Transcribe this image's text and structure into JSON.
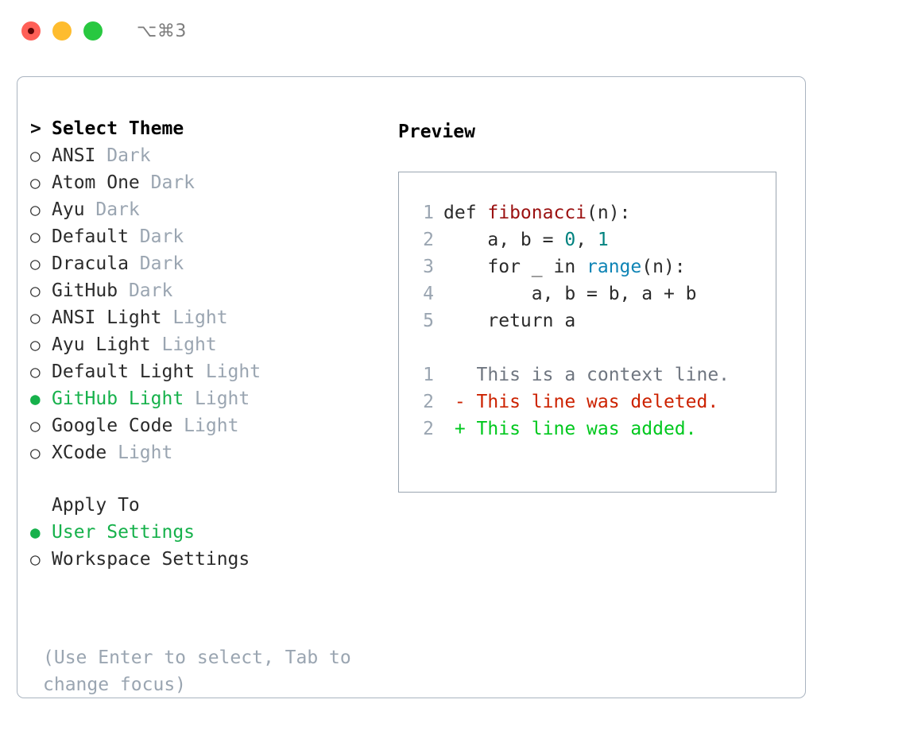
{
  "titlebar": {
    "lights": [
      {
        "name": "close-button",
        "color": "#ff5f57"
      },
      {
        "name": "minimize-button",
        "color": "#febc2e"
      },
      {
        "name": "maximize-button",
        "color": "#28c840"
      }
    ],
    "shortcut": "⌥⌘3"
  },
  "theme_picker": {
    "header": {
      "prompt": ">",
      "title": "Select Theme"
    },
    "items": [
      {
        "marker": "○",
        "name": "ANSI",
        "suffix": "Dark",
        "selected": false
      },
      {
        "marker": "○",
        "name": "Atom One",
        "suffix": "Dark",
        "selected": false
      },
      {
        "marker": "○",
        "name": "Ayu",
        "suffix": "Dark",
        "selected": false
      },
      {
        "marker": "○",
        "name": "Default",
        "suffix": "Dark",
        "selected": false
      },
      {
        "marker": "○",
        "name": "Dracula",
        "suffix": "Dark",
        "selected": false
      },
      {
        "marker": "○",
        "name": "GitHub",
        "suffix": "Dark",
        "selected": false
      },
      {
        "marker": "○",
        "name": "ANSI Light",
        "suffix": "Light",
        "selected": false
      },
      {
        "marker": "○",
        "name": "Ayu Light",
        "suffix": "Light",
        "selected": false
      },
      {
        "marker": "○",
        "name": "Default Light",
        "suffix": "Light",
        "selected": false
      },
      {
        "marker": "●",
        "name": "GitHub Light",
        "suffix": "Light",
        "selected": true
      },
      {
        "marker": "○",
        "name": "Google Code",
        "suffix": "Light",
        "selected": false
      },
      {
        "marker": "○",
        "name": "XCode",
        "suffix": "Light",
        "selected": false
      }
    ]
  },
  "apply_to": {
    "header": "Apply To",
    "options": [
      {
        "marker": "●",
        "label": "User Settings",
        "selected": true
      },
      {
        "marker": "○",
        "label": "Workspace Settings",
        "selected": false
      }
    ]
  },
  "hint": "(Use Enter to select, Tab to change focus)",
  "preview": {
    "title": "Preview",
    "code_lines": [
      {
        "ln": "1",
        "segments": [
          {
            "text": "def ",
            "token": "plain"
          },
          {
            "text": "fibonacci",
            "token": "function"
          },
          {
            "text": "(n):",
            "token": "plain"
          }
        ]
      },
      {
        "ln": "2",
        "segments": [
          {
            "text": "    a, b = ",
            "token": "plain"
          },
          {
            "text": "0",
            "token": "number"
          },
          {
            "text": ", ",
            "token": "plain"
          },
          {
            "text": "1",
            "token": "number"
          }
        ]
      },
      {
        "ln": "3",
        "segments": [
          {
            "text": "    for _ in ",
            "token": "plain"
          },
          {
            "text": "range",
            "token": "call"
          },
          {
            "text": "(n):",
            "token": "plain"
          }
        ]
      },
      {
        "ln": "4",
        "segments": [
          {
            "text": "        a, b = b, a + b",
            "token": "plain"
          }
        ]
      },
      {
        "ln": "5",
        "segments": [
          {
            "text": "    return a",
            "token": "plain"
          }
        ]
      }
    ],
    "diff_lines": [
      {
        "ln": "1",
        "sign": " ",
        "text": "This is a context line.",
        "kind": "context"
      },
      {
        "ln": "2",
        "sign": "-",
        "text": "This line was deleted.",
        "kind": "deleted"
      },
      {
        "ln": "2",
        "sign": "+",
        "text": "This line was added.",
        "kind": "added"
      }
    ]
  },
  "colors": {
    "accent_green": "#16b14b",
    "muted": "#9aa5b1",
    "border": "#aab4c0",
    "syntax_function": "#9b1111",
    "syntax_number": "#00827f",
    "syntax_call": "#0e84b5",
    "diff_added": "#00c81e",
    "diff_deleted": "#cc2200"
  }
}
